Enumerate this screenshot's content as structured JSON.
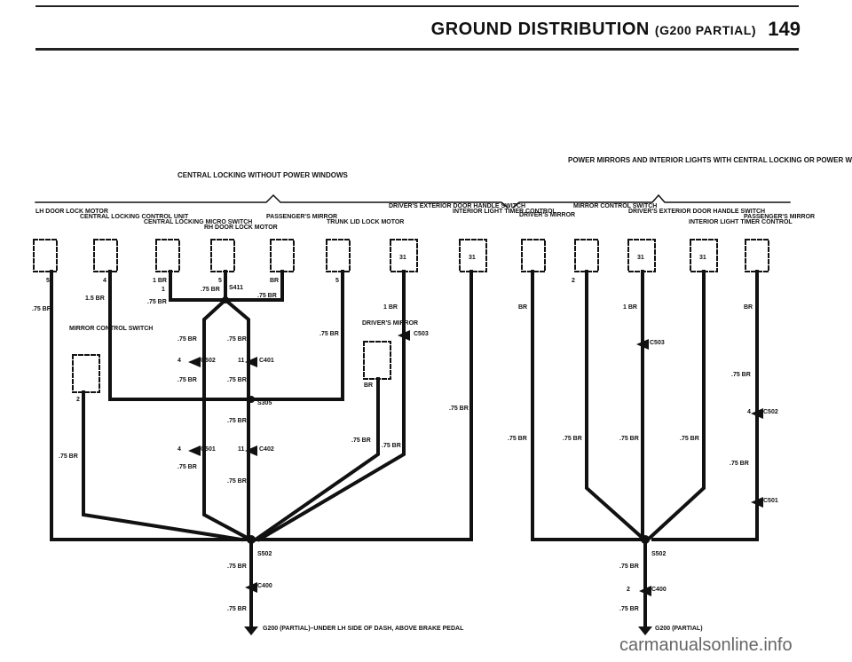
{
  "header": {
    "title": "GROUND DISTRIBUTION",
    "subtitle": "(G200 PARTIAL)",
    "page": "149"
  },
  "left": {
    "group_label": "CENTRAL LOCKING WITHOUT POWER WINDOWS",
    "components": {
      "lh_door_lock_motor": "LH DOOR LOCK MOTOR",
      "cl_control_unit": "CENTRAL LOCKING CONTROL UNIT",
      "cl_micro_switch": "CENTRAL LOCKING MICRO SWITCH",
      "rh_door_lock_motor": "RH DOOR LOCK MOTOR",
      "pass_mirror": "PASSENGER'S MIRROR",
      "trunk_lid_motor": "TRUNK LID LOCK MOTOR",
      "drv_ext_door": "DRIVER'S EXTERIOR DOOR HANDLE SWITCH",
      "int_light_timer": "INTERIOR LIGHT TIMER CONTROL",
      "mirror_control_switch": "MIRROR CONTROL SWITCH",
      "drivers_mirror": "DRIVER'S MIRROR"
    },
    "pins": {
      "p5a": "5",
      "p4": "4",
      "p5b": "5",
      "p5c": "5",
      "p31a": "31",
      "p31b": "31",
      "p2": "2",
      "p1": "1",
      "p4b": "4",
      "p11a": "11",
      "p4c": "4",
      "p11b": "11"
    },
    "wires": {
      "w75": ".75 BR",
      "w15": "1.5 BR",
      "w1": "1 BR",
      "wbr": "BR"
    },
    "splices": {
      "s411": "S411",
      "s305": "S305",
      "s502": "S502"
    },
    "connectors": {
      "c503": "C503",
      "c502": "C502",
      "c401": "C401",
      "c501": "C501",
      "c402": "C402",
      "c400": "C400"
    },
    "ground": "G200 (PARTIAL)–UNDER LH SIDE OF DASH, ABOVE BRAKE PEDAL"
  },
  "right": {
    "group_label": "POWER MIRRORS AND INTERIOR LIGHTS WITH CENTRAL LOCKING OR POWER WINDOWS",
    "components": {
      "drivers_mirror": "DRIVER'S MIRROR",
      "mirror_control_switch": "MIRROR CONTROL SWITCH",
      "drv_ext_door": "DRIVER'S EXTERIOR DOOR HANDLE SWITCH",
      "int_light_timer": "INTERIOR LIGHT TIMER CONTROL",
      "pass_mirror": "PASSENGER'S MIRROR"
    },
    "pins": {
      "p2": "2",
      "p31a": "31",
      "p31b": "31",
      "p4": "4",
      "p2b": "2"
    },
    "wires": {
      "w75": ".75 BR",
      "w1": "1 BR",
      "wbr": "BR"
    },
    "splices": {
      "s502": "S502"
    },
    "connectors": {
      "c503": "C503",
      "c502": "C502",
      "c501": "C501",
      "c400": "C400"
    },
    "ground": "G200 (PARTIAL)"
  },
  "watermark": "carmanualsonline.info"
}
